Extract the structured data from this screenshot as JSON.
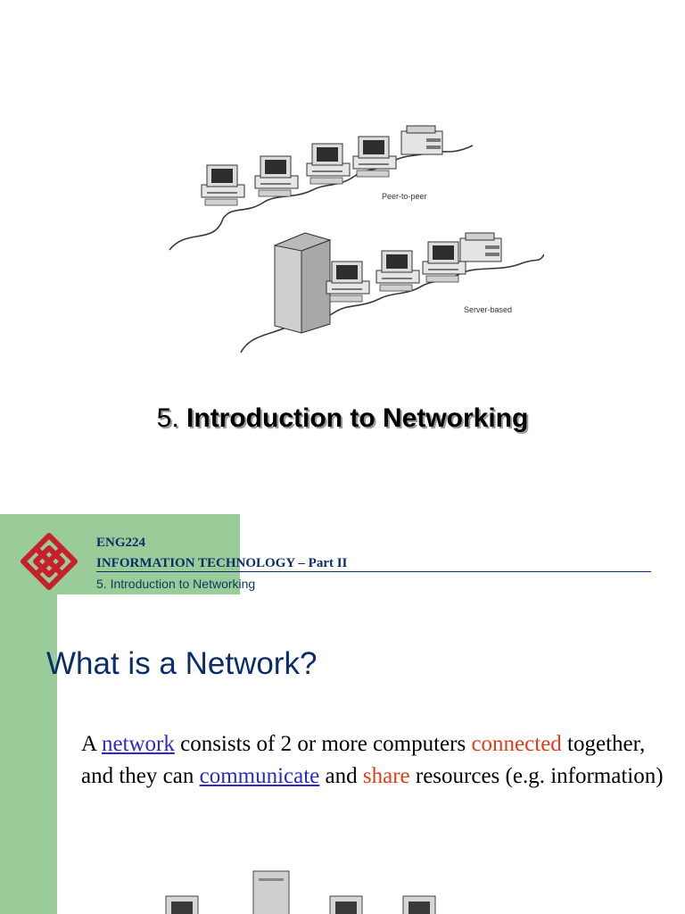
{
  "slide1": {
    "title_number": "5.",
    "title_text": "Introduction to Networking",
    "diagram_labels": {
      "peer": "Peer-to-peer",
      "server": "Server-based"
    }
  },
  "slide2": {
    "header": {
      "course_code": "ENG224",
      "course_name": "INFORMATION TECHNOLOGY – Part II",
      "chapter": "5. Introduction to Networking"
    },
    "heading": "What is a Network?",
    "definition": {
      "p1": "A ",
      "term_network": "network",
      "p2": " consists of 2 or more computers ",
      "term_connected": "connected",
      "p3": " together, and they can ",
      "term_communicate": "communicate",
      "p4": " and ",
      "term_share": "share",
      "p5": " resources (e.g. information)"
    }
  },
  "colors": {
    "green_band": "#99cc99",
    "navy": "#0b2d6b",
    "link_blue": "#2b2bcc",
    "emphasis_red": "#e63a1a",
    "logo_red": "#c8202a"
  }
}
